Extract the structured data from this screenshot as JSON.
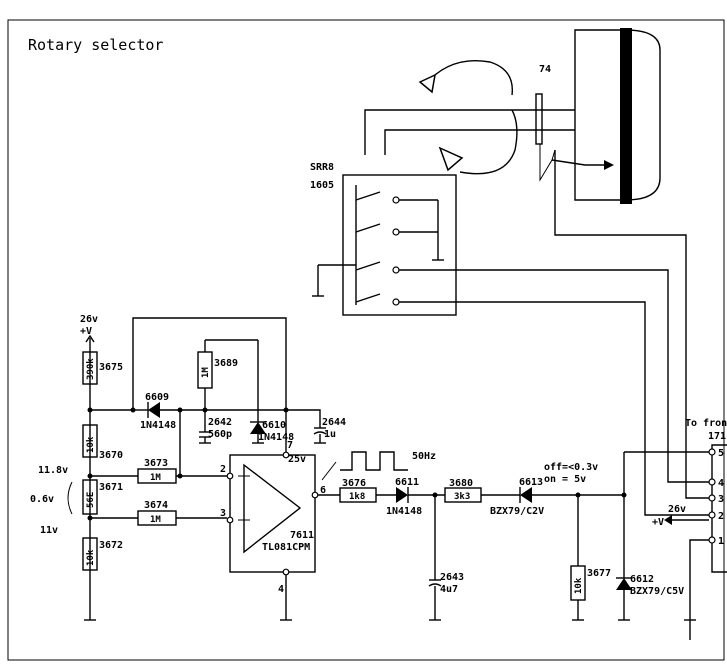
{
  "title": "Rotary selector",
  "switch": {
    "ref": "SRR8",
    "num": "1605"
  },
  "shaft_ref": "74",
  "supply": {
    "v26": "26v",
    "plus_v": "+V",
    "v25": "25v"
  },
  "resistors": {
    "r3675": {
      "ref": "3675",
      "value": "390k"
    },
    "r3689": {
      "ref": "3689",
      "value": "1M"
    },
    "r3670": {
      "ref": "3670",
      "value": "10k"
    },
    "r3673": {
      "ref": "3673",
      "value": "1M"
    },
    "r3671": {
      "ref": "3671",
      "value": "56E"
    },
    "r3674": {
      "ref": "3674",
      "value": "1M"
    },
    "r3672": {
      "ref": "3672",
      "value": "10k"
    },
    "r3676": {
      "ref": "3676",
      "value": "1k8"
    },
    "r3680": {
      "ref": "3680",
      "value": "3k3"
    },
    "r3677": {
      "ref": "3677",
      "value": "10k"
    }
  },
  "diodes": {
    "d6609": {
      "ref": "6609",
      "type": "1N4148"
    },
    "d6610": {
      "ref": "6610",
      "type": "1N4148"
    },
    "d6611": {
      "ref": "6611",
      "type": "1N4148"
    },
    "d6613": {
      "ref": "6613",
      "type": "BZX79/C2V"
    },
    "d6612": {
      "ref": "6612",
      "type": "BZX79/C5V"
    }
  },
  "capacitors": {
    "c2642": {
      "ref": "2642",
      "value": "560p"
    },
    "c2644": {
      "ref": "2644",
      "value": "1u"
    },
    "c2643": {
      "ref": "2643",
      "value": "4u7"
    }
  },
  "opamp": {
    "ref": "7611",
    "type": "TL081CPM",
    "pin_in_p": "2",
    "pin_in_n": "3",
    "pin_vcc": "7",
    "pin_gnd": "4",
    "pin_out": "6"
  },
  "signal": {
    "freq": "50Hz",
    "off": "off=<0.3v",
    "on": "on = 5v"
  },
  "voltages": {
    "v118": "11.8v",
    "v06": "0.6v",
    "v11": "11v"
  },
  "connector": {
    "label_line1": "To fron",
    "label_line2": "171",
    "pins": [
      "5",
      "4",
      "3",
      "2",
      "1"
    ],
    "supply": "26v",
    "plus_v": "+V"
  }
}
